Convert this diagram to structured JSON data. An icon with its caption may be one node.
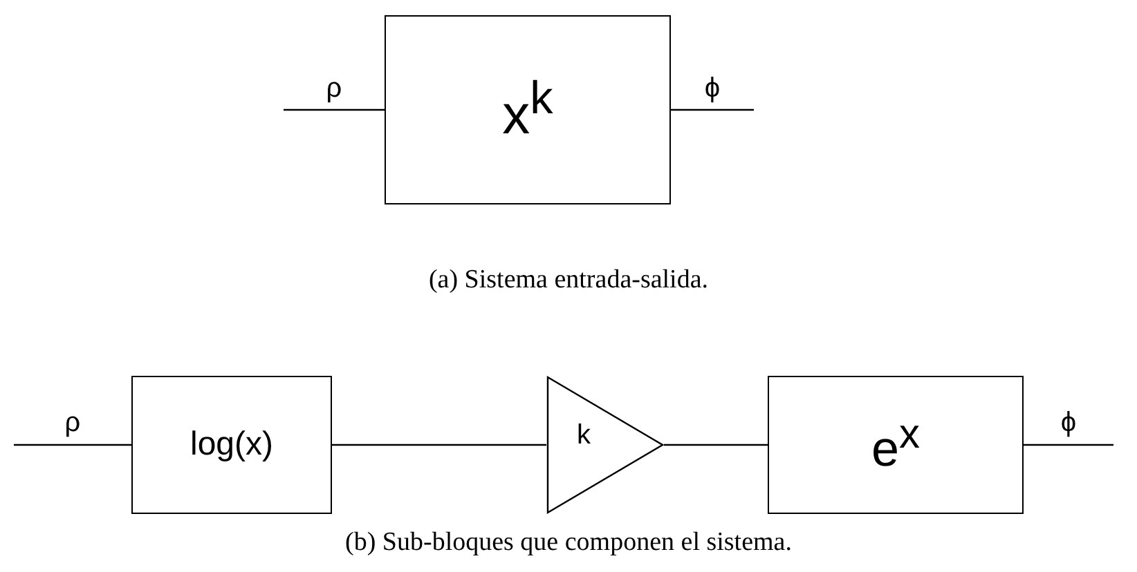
{
  "diagram": {
    "nodes": [
      {
        "text": [
          "x$^{k}$"
        ]
      },
      {
        "text": [
          "log(x)"
        ]
      },
      {
        "text": [
          "k"
        ]
      },
      {
        "text": [
          "e$^{x}$"
        ]
      }
    ],
    "edges": [
      {
        "from": null,
        "to": 0,
        "arrow": "none",
        "label": "ρ"
      },
      {
        "from": 0,
        "to": null,
        "arrow": "none",
        "label": "ϕ"
      },
      {
        "from": null,
        "to": 1,
        "arrow": "none",
        "label": "ρ"
      },
      {
        "from": 1,
        "to": 2,
        "arrow": "none"
      },
      {
        "from": 2,
        "to": 3,
        "arrow": "none"
      },
      {
        "from": 3,
        "to": null,
        "arrow": "none",
        "label": "ϕ"
      }
    ],
    "labels": [
      "(a) Sistema entrada-salida.",
      "(b) Sub-bloques que componen el sistema."
    ]
  }
}
